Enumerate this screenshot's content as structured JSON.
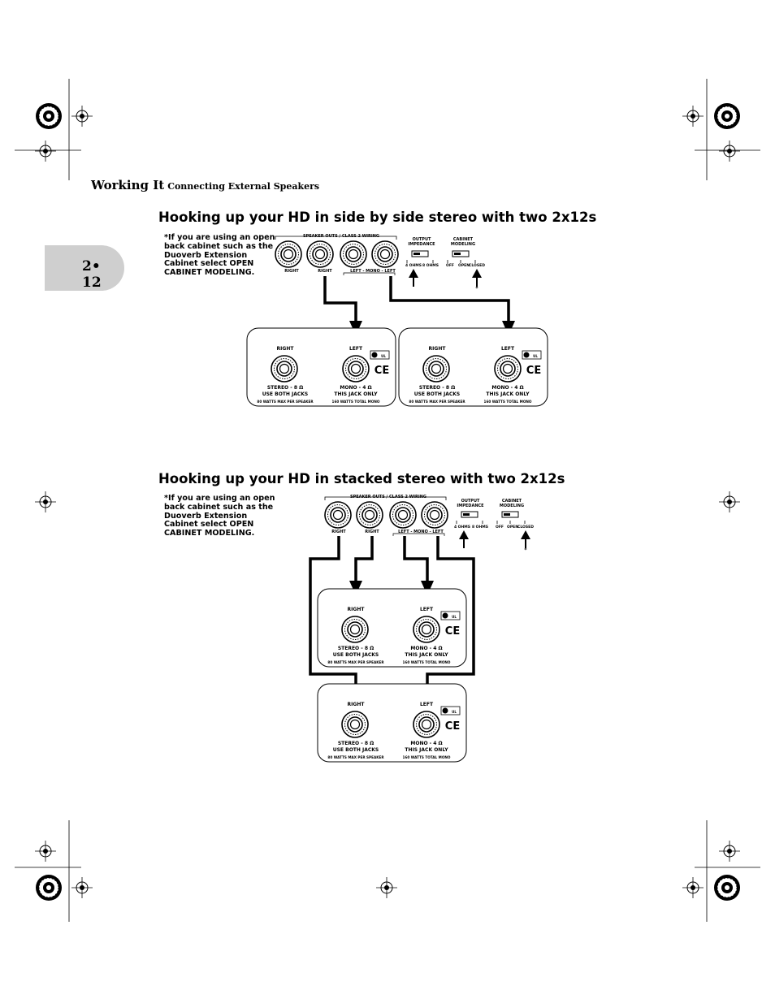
{
  "header": {
    "chapter": "Working It",
    "subtitle": "Connecting External Speakers"
  },
  "page_number": "2• 12",
  "sections": [
    {
      "title": "Hooking up your HD in side by side stereo with two 2x12s",
      "note": [
        "*If you are using an open",
        "back cabinet such as the",
        "Duoverb Extension",
        "Cabinet select OPEN",
        "CABINET MODELING."
      ]
    },
    {
      "title": "Hooking up your HD in stacked stereo with two 2x12s",
      "note": [
        "*If you are using an open",
        "back cabinet such as the",
        "Duoverb Extension",
        "Cabinet select OPEN",
        "CABINET MODELING."
      ]
    }
  ],
  "amp_panel": {
    "speaker_outs": "SPEAKER OUTS / CLASS 2 WIRING",
    "output_impedance": [
      "OUTPUT",
      "IMPEDANCE"
    ],
    "cabinet_modeling": [
      "CABINET",
      "MODELING"
    ],
    "jack_labels": {
      "right1": "RIGHT",
      "right2": "RIGHT",
      "left_mono_left": "LEFT - MONO - LEFT"
    },
    "impedance_options": {
      "a": "4 OHMS",
      "b": "8 OHMS"
    },
    "modeling_options": {
      "off": "OFF",
      "open": "OPEN",
      "closed": "CLOSED"
    },
    "asterisk": "*"
  },
  "cabinet": {
    "right_label": "RIGHT",
    "left_label": "LEFT",
    "stereo_line1": "STEREO - 8 Ω",
    "stereo_line2": "USE BOTH JACKS",
    "stereo_line3": "80 WATTS MAX PER SPEAKER",
    "mono_line1": "MONO - 4 Ω",
    "mono_line2": "THIS JACK ONLY",
    "mono_line3": "160 WATTS TOTAL MONO",
    "ce_mark": "CE",
    "cert_mark": "UL"
  }
}
